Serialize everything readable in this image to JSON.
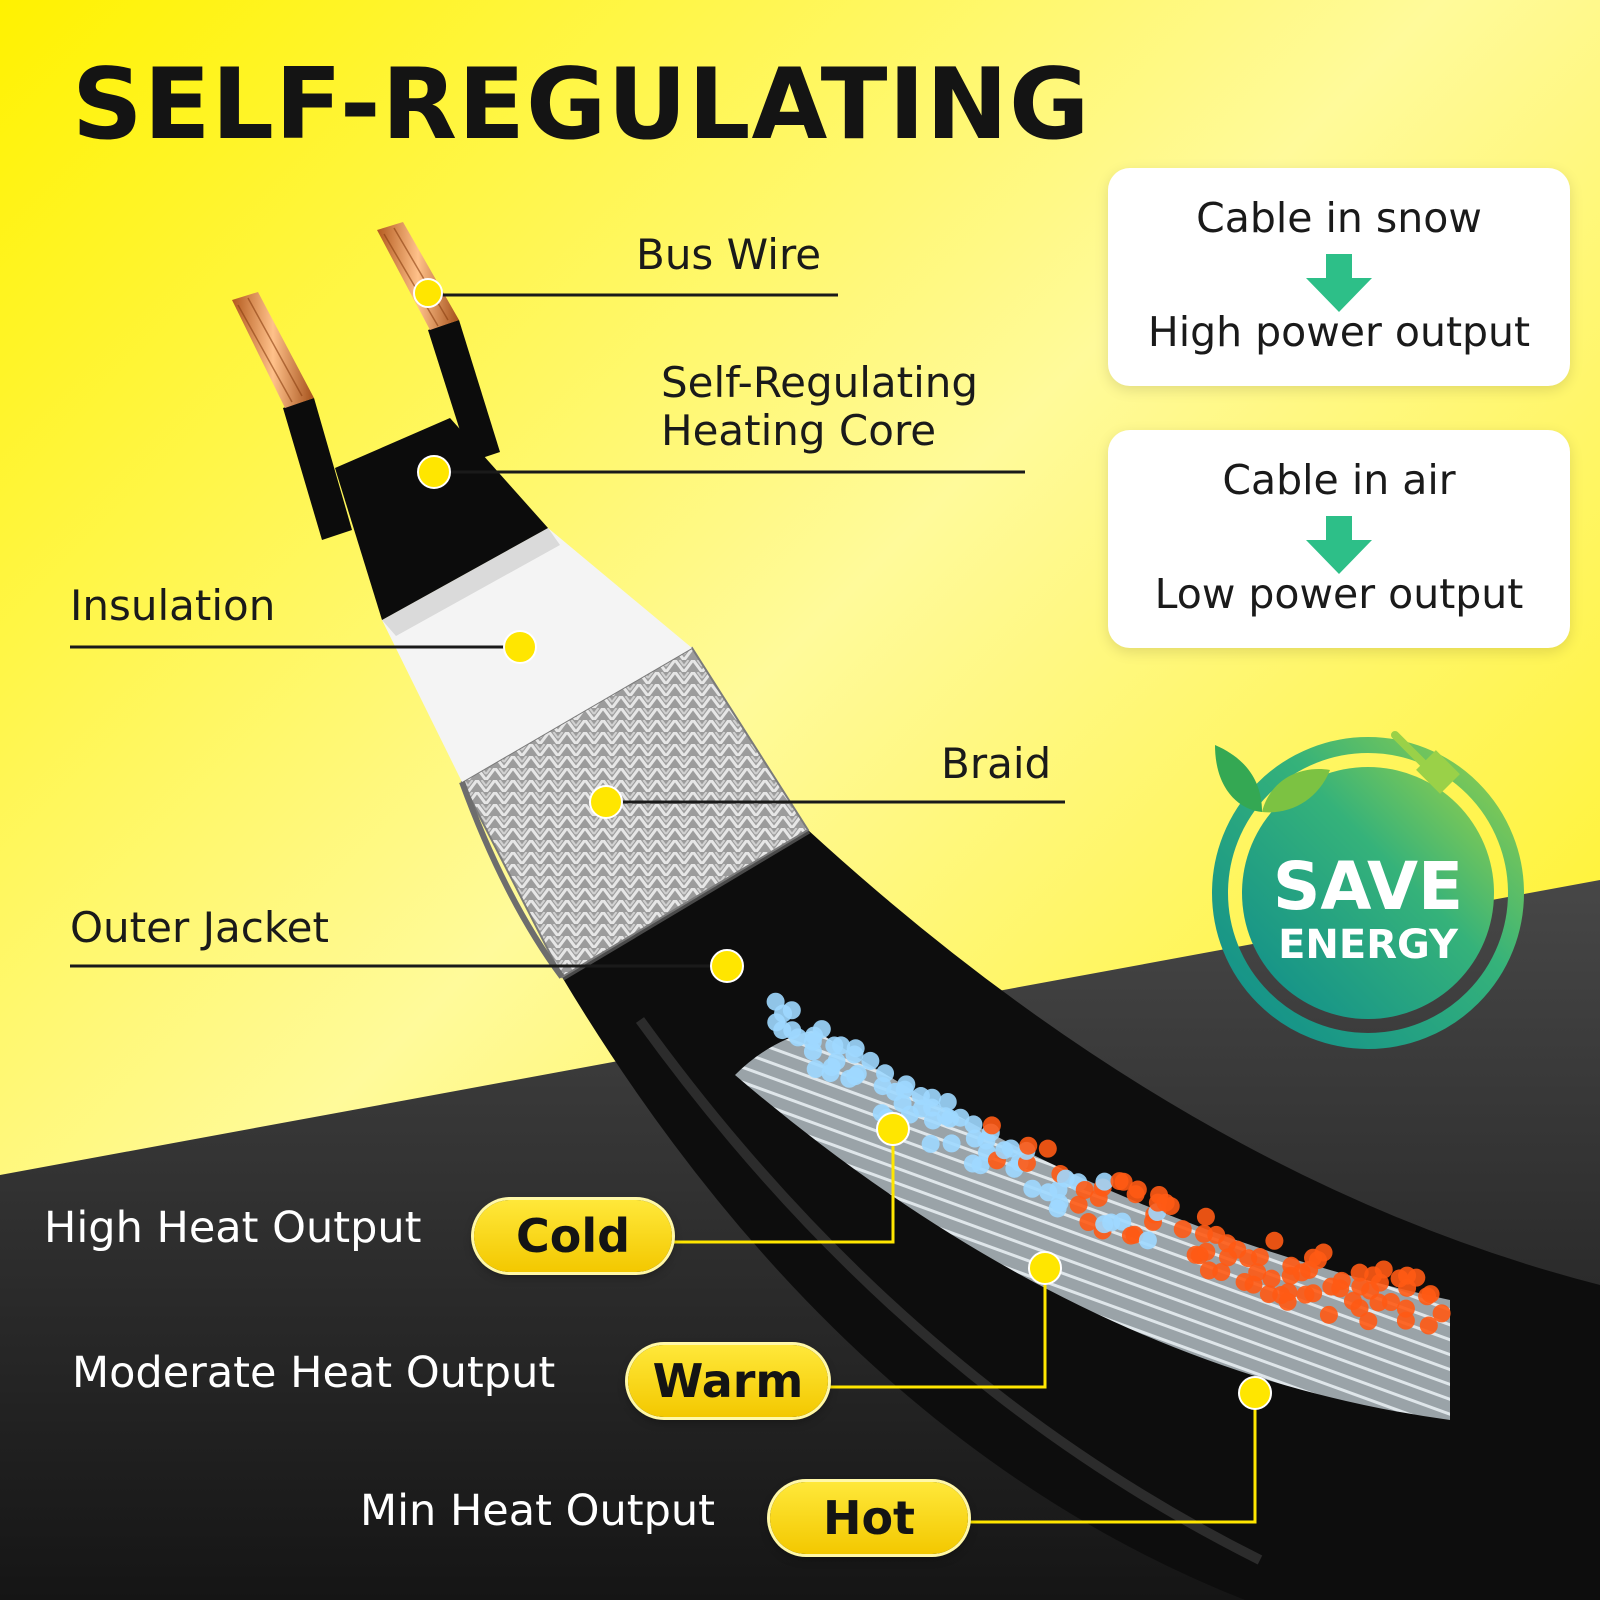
{
  "title": "SELF-REGULATING",
  "labels": {
    "bus_wire": "Bus Wire",
    "heating_core_line1": "Self-Regulating",
    "heating_core_line2": "Heating Core",
    "insulation": "Insulation",
    "braid": "Braid",
    "outer_jacket": "Outer Jacket"
  },
  "cards": [
    {
      "top": "Cable in snow",
      "bottom": "High power output"
    },
    {
      "top": "Cable in air",
      "bottom": "Low power output"
    }
  ],
  "badge": {
    "line1": "SAVE",
    "line2": "ENERGY"
  },
  "heat_rows": [
    {
      "output": "High Heat Output",
      "state": "Cold"
    },
    {
      "output": "Moderate Heat Output",
      "state": "Warm"
    },
    {
      "output": "Min Heat Output",
      "state": "Hot"
    }
  ],
  "colors": {
    "background_yellow": "#ffef2a",
    "dark_band": "#2a2a2a",
    "marker_yellow": "#ffe600",
    "arrow_green": "#2dbf88",
    "cold_blue": "#9fd8ff",
    "hot_orange": "#ff5a14"
  }
}
